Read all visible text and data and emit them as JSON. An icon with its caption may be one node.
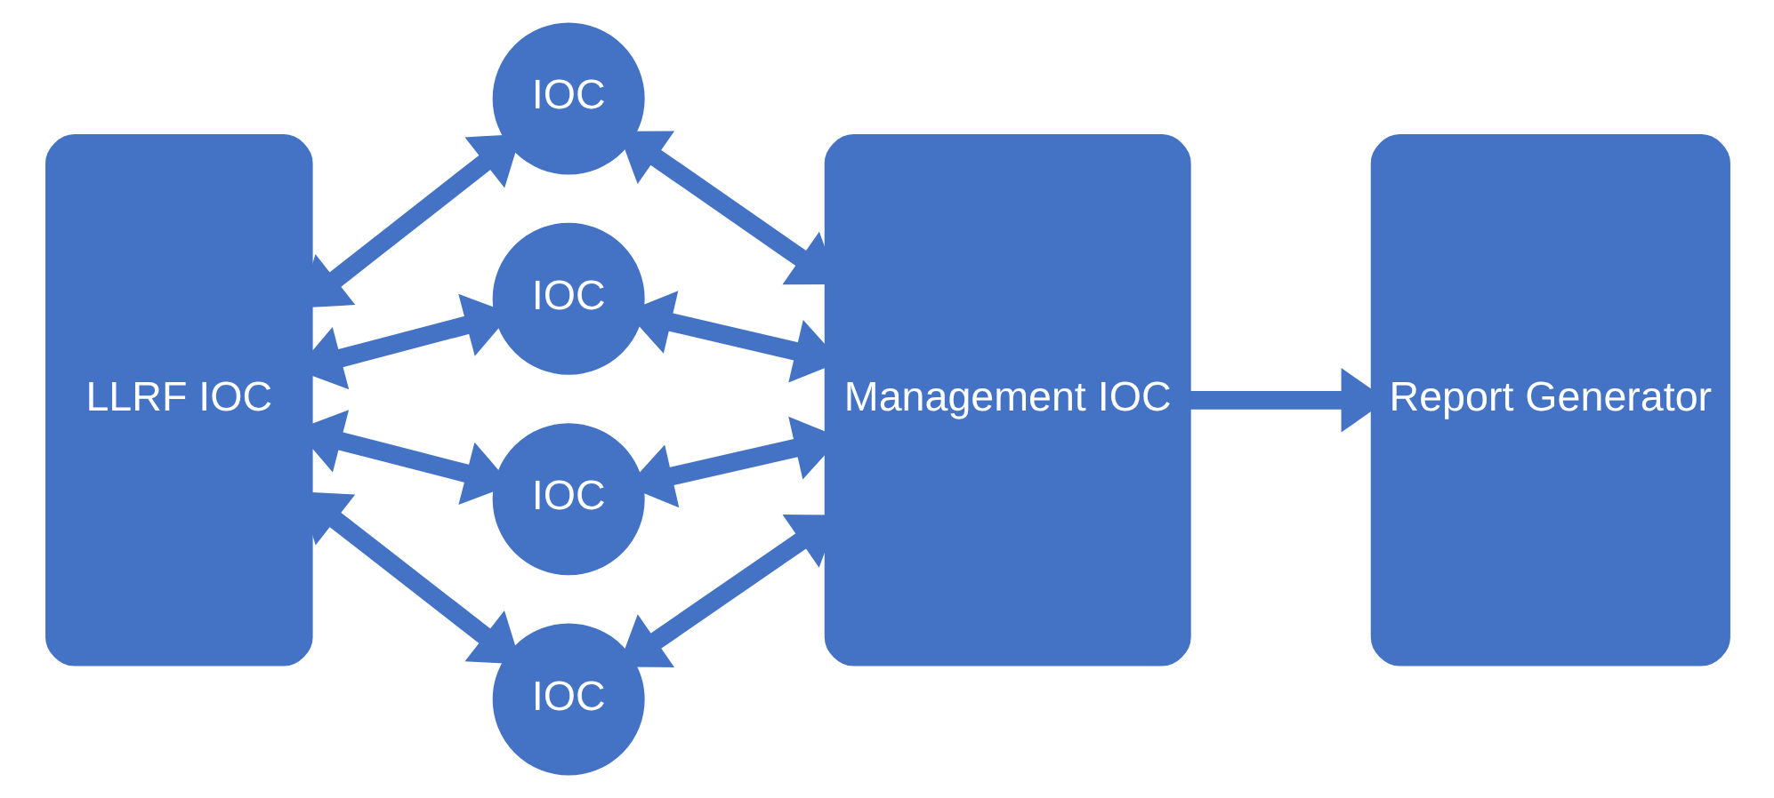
{
  "diagram": {
    "nodes": [
      {
        "text": [
          "LLRF IOC"
        ]
      },
      {
        "text": [
          "IOC"
        ]
      },
      {
        "text": [
          "IOC"
        ]
      },
      {
        "text": [
          "IOC"
        ]
      },
      {
        "text": [
          "IOC"
        ]
      },
      {
        "text": [
          "Management IOC"
        ]
      },
      {
        "text": [
          "Report Generator"
        ]
      }
    ],
    "edges": [
      {
        "from": 0,
        "to": 1,
        "arrow": "both"
      },
      {
        "from": 1,
        "to": 5,
        "arrow": "both"
      },
      {
        "from": 0,
        "to": 2,
        "arrow": "both"
      },
      {
        "from": 2,
        "to": 5,
        "arrow": "both"
      },
      {
        "from": 0,
        "to": 3,
        "arrow": "both"
      },
      {
        "from": 3,
        "to": 5,
        "arrow": "both"
      },
      {
        "from": 0,
        "to": 4,
        "arrow": "both"
      },
      {
        "from": 4,
        "to": 5,
        "arrow": "both"
      },
      {
        "from": 5,
        "to": 6,
        "arrow": "to"
      }
    ]
  }
}
